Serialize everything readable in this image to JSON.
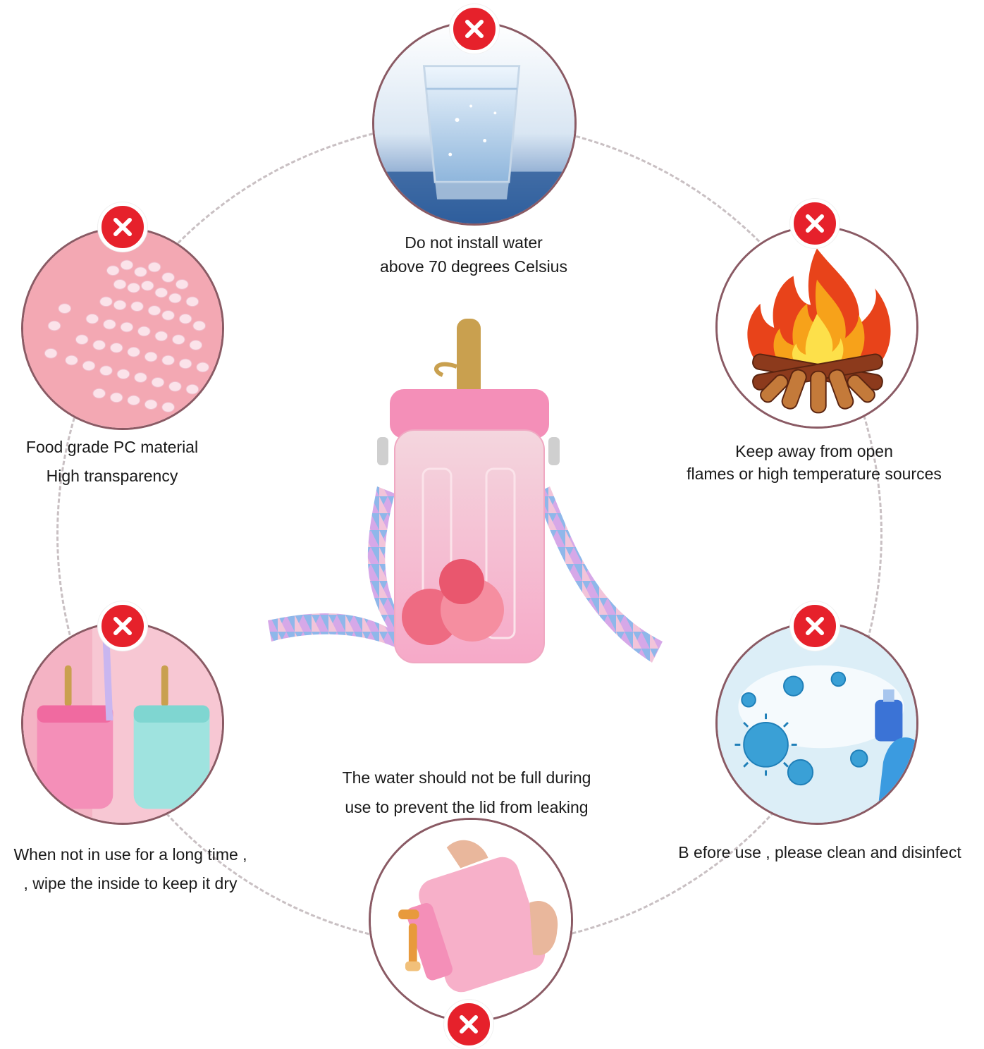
{
  "tips": {
    "top": {
      "line1": "Do not install water",
      "line2": "above 70 degrees Celsius"
    },
    "left_top": {
      "line1": "Food grade PC material",
      "line2": "High transparency"
    },
    "right_top": {
      "line1": "Keep away from open",
      "line2": "flames or high temperature sources"
    },
    "left_bottom": {
      "line1": "When not in use for a long time ,",
      "line2": ", wipe the inside to keep it dry"
    },
    "right_bottom": {
      "line1": "B efore use , please clean and disinfect"
    },
    "bottom": {
      "line1": "The water should not be full during",
      "line2": "use to prevent the lid from leaking"
    }
  },
  "colors": {
    "badge": "#e6212b",
    "ring": "#c9c0c3",
    "circle_border": "#8a5a64",
    "bottle_pink": "#f6a9c8",
    "stick": "#c9a04f"
  },
  "icons": {
    "badge": "x-icon"
  }
}
